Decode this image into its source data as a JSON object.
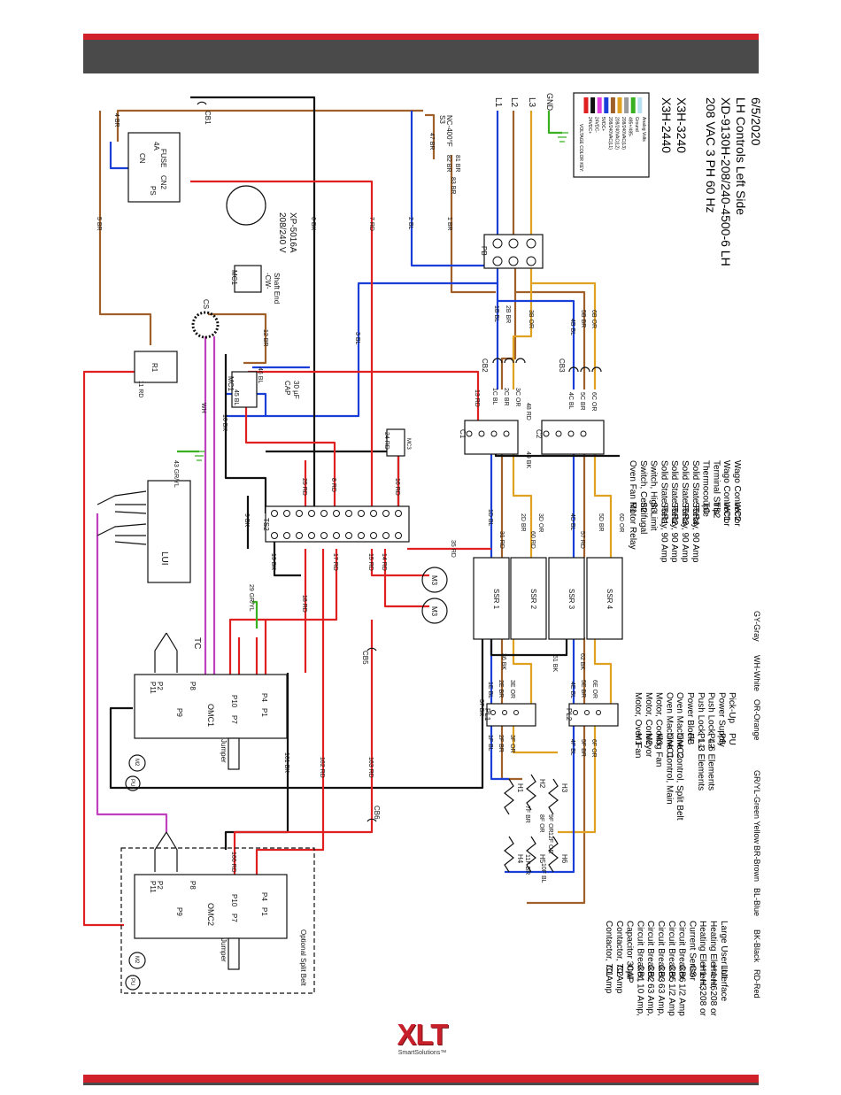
{
  "title_block": {
    "models": [
      "X3H-2440",
      "X3H-3240"
    ],
    "lines": [
      "208 VAC 3 PH 60 Hz",
      "XD-9130H-208/240-4500-6 LH",
      "LH Controls Left Side",
      "6/5/2020"
    ]
  },
  "voltage_key": {
    "title": "VOLTAGE COLOR KEY:",
    "items": [
      {
        "label": "24VDC+",
        "color": "#e02020"
      },
      {
        "label": "24VDC-",
        "color": "#111111"
      },
      {
        "label": "5VDC+",
        "color": "#e040e0"
      },
      {
        "label": "208/240VAC(L1)",
        "color": "#1a3fd8"
      },
      {
        "label": "208/240VAC(L2)",
        "color": "#a0602a"
      },
      {
        "label": "208/240VAC(L3)",
        "color": "#e0a020"
      },
      {
        "label": "485+/485-",
        "color": "#9a9a9a"
      },
      {
        "label": "Ground",
        "color": "#38b020"
      },
      {
        "label": "Analog Volts",
        "color": "#b8e0f0"
      }
    ]
  },
  "legend_left": [
    {
      "code": "C1",
      "desc": "Contactor, 70 Amp"
    },
    {
      "code": "C2",
      "desc": "Contactor, 70 Amp"
    },
    {
      "code": "CAP",
      "desc": "Capacitor 30µF"
    },
    {
      "code": "CB1",
      "desc": "Circuit Breaker, 10 Amp, Main"
    },
    {
      "code": "CB2",
      "desc": "Circuit Breaker, 63 Amp, Heating Elements"
    },
    {
      "code": "CB3",
      "desc": "Circuit Breaker, 63 Amp, Heating Elements"
    },
    {
      "code": "CB5",
      "desc": "Circuit Breaker, 1/2 Amp, Conveyor Motor"
    },
    {
      "code": "CB6",
      "desc": "Circuit Breaker, 1/2 Amp, Conveyor Motor"
    },
    {
      "code": "CS",
      "desc": "Current Sensor"
    },
    {
      "code": "H1-H3",
      "desc": "Heating Element, 208 or 240 VAC, 4500 W"
    },
    {
      "code": "H4-H6",
      "desc": "Heating Element, 208 or 240 VAC, 4500 W"
    },
    {
      "code": "LUI",
      "desc": "Large User Interface"
    }
  ],
  "legend_mid": [
    {
      "code": "M1",
      "desc": "Motor, Oven Fan"
    },
    {
      "code": "M2",
      "desc": "Motor, Conveyor"
    },
    {
      "code": "M3",
      "desc": "Motor, Cooling Fan"
    },
    {
      "code": "OMC1",
      "desc": "Oven Machine Control, Main"
    },
    {
      "code": "OMC2",
      "desc": "Oven Machine Control, Split Belt"
    },
    {
      "code": "PB",
      "desc": "Power Block"
    },
    {
      "code": "PL1",
      "desc": "Push Lock, 1-3 Elements"
    },
    {
      "code": "PL2",
      "desc": "Push Lock, 4-6 Elements"
    },
    {
      "code": "PS",
      "desc": "Power Supply"
    },
    {
      "code": "PU",
      "desc": "Pick-Up"
    }
  ],
  "legend_right": [
    {
      "code": "R1",
      "desc": "Oven Fan Motor Relay"
    },
    {
      "code": "S2",
      "desc": "Switch, Centrifugal"
    },
    {
      "code": "S3",
      "desc": "Switch, High Limit"
    },
    {
      "code": "SSR1",
      "desc": "Solid State Relay, 90 Amp"
    },
    {
      "code": "SSR2",
      "desc": "Solid State Relay, 90 Amp"
    },
    {
      "code": "SSR3",
      "desc": "Solid State Relay, 90 Amp"
    },
    {
      "code": "SSR4",
      "desc": "Solid State Relay, 90 Amp"
    },
    {
      "code": "TC",
      "desc": "Thermocouple"
    },
    {
      "code": "TS2",
      "desc": "Terminal Strip"
    },
    {
      "code": "WC1",
      "desc": "Wago Connector"
    },
    {
      "code": "WC2",
      "desc": "Wago Connector"
    }
  ],
  "color_abbrev": [
    "RD-Red",
    "BK-Black",
    "BL-Blue",
    "BR-Brown",
    "GR/YL-Green Yellow",
    "OR-Orange",
    "WH-White",
    "GY-Gray"
  ],
  "components": {
    "ps": {
      "label": "PS",
      "cn": "CN",
      "cn2": "CN2",
      "fuse": "FUSE",
      "rating": "4A"
    },
    "cb1": "CB1",
    "cs": "CS",
    "r1": "R1",
    "mc1": "MC1",
    "cap": "CAP",
    "cap_value": "30 µF",
    "motor_voltage": "208/240 V",
    "motor_model": "XP-5016A",
    "motor_dir": "-CW-",
    "motor_end": "Shaft End",
    "pb": "PB",
    "cb2": "CB2",
    "cb3": "CB3",
    "c1": "C1",
    "c2": "C2",
    "ts2": "TS2",
    "lui": "LUI",
    "omc1": "OMC1",
    "omc2": "OMC2",
    "split_belt": "Optional Split Belt",
    "ssr": [
      "SSR 1",
      "SSR 2",
      "SSR 3",
      "SSR 4"
    ],
    "pl1": "PL1",
    "pl2": "PL2",
    "heaters": [
      "H1",
      "H2",
      "H3",
      "H4",
      "H5",
      "H6"
    ],
    "m2": "M2",
    "m3": "M3",
    "pu": "PU",
    "cb5": "CB5",
    "cb6": "CB6",
    "tc": "TC",
    "s3": "S3",
    "s3_rating": "NC-400°F",
    "mc3": "MC3",
    "l1": "L1",
    "l2": "L2",
    "l3": "L3",
    "gnd": "GND",
    "jumper": "Jumper",
    "p1": "P1",
    "p2": "P2",
    "p4": "P4",
    "p7": "P7",
    "p8": "P8",
    "p9": "P9",
    "p10": "P10",
    "p11": "P11"
  },
  "wire_labels": {
    "w4br": "4 BR",
    "w5br": "5 BR",
    "w6bk": "6 BK",
    "w7rd": "7 RD",
    "w2bl": "2 BL",
    "w1br": "1 BR",
    "w47br": "47 BR",
    "w3bl": "3 BL",
    "w12br": "12 BR",
    "w11rd": "11 RD",
    "w10bk": "10 BK",
    "wh": "WH",
    "w45bl": "45 BL",
    "w46bl": "46 BL",
    "w43gryl": "43 GR/YL",
    "w9bk": "9 BK",
    "w19bk": "19 BK",
    "w25rd": "25 RD",
    "w8rd": "8 RD",
    "w16rd": "16 RD",
    "w24rd": "24 RD",
    "w17rd": "17 RD",
    "w15rd": "15 RD",
    "w14rd": "14 RD",
    "w18rd": "18 RD",
    "w29gryl": "29 GR/YL",
    "w35rd": "35 RD",
    "w13rd": "13 RD",
    "w48rd": "48 RD",
    "w49bk": "49 BK",
    "w1dbl": "1D BL",
    "w31rd": "31 RD",
    "w2dbr": "2D BR",
    "w60rd": "60 RD",
    "w3dor": "3D OR",
    "w4dbl": "4D BL",
    "w57rd": "57 RD",
    "w5dbr": "5D BR",
    "w6dor": "6D OR",
    "w37bk": "37 BK",
    "w161bk": "161 BK",
    "w162rd": "162 RD",
    "w163rd": "163 RD",
    "w160rd": "160 RD",
    "w61bk": "61 BK",
    "w36bk": "36 BK",
    "w62bk": "62 BK",
    "w1bbl": "1B BL",
    "w2bbr": "2B BR",
    "w3bor": "3B OR",
    "w4bbl": "4B BL",
    "w5bbr": "5B BR",
    "w6bor": "6B OR",
    "w1cbl": "1C BL",
    "w2cbr": "2C BR",
    "w3cor": "3C OR",
    "w4cbl": "4C BL",
    "w5cbr": "5C BR",
    "w6cor": "6C OR",
    "w1ebl": "1E BL",
    "w2ebr": "2E BR",
    "w3eor": "3E OR",
    "w4ebl": "4E BL",
    "w5ebr": "5E BR",
    "w6eor": "6E OR",
    "w1fbl": "1F BL",
    "w2fbr": "2F BR",
    "w3for": "3F OR",
    "w4fbl": "4F BL",
    "w5fbr": "5F BR",
    "w6for": "6F OR",
    "w7fbr": "7F BR",
    "w8for": "8F OR",
    "w9for": "9F OR",
    "w10fbl": "10F BL",
    "w11fbr": "11F BR",
    "w12for": "12F OR",
    "w81br": "81 BR",
    "w82br": "82 BR",
    "w83br": "83 BR"
  },
  "logo": {
    "word": "XLT",
    "sub": "SmartSolutions™"
  }
}
